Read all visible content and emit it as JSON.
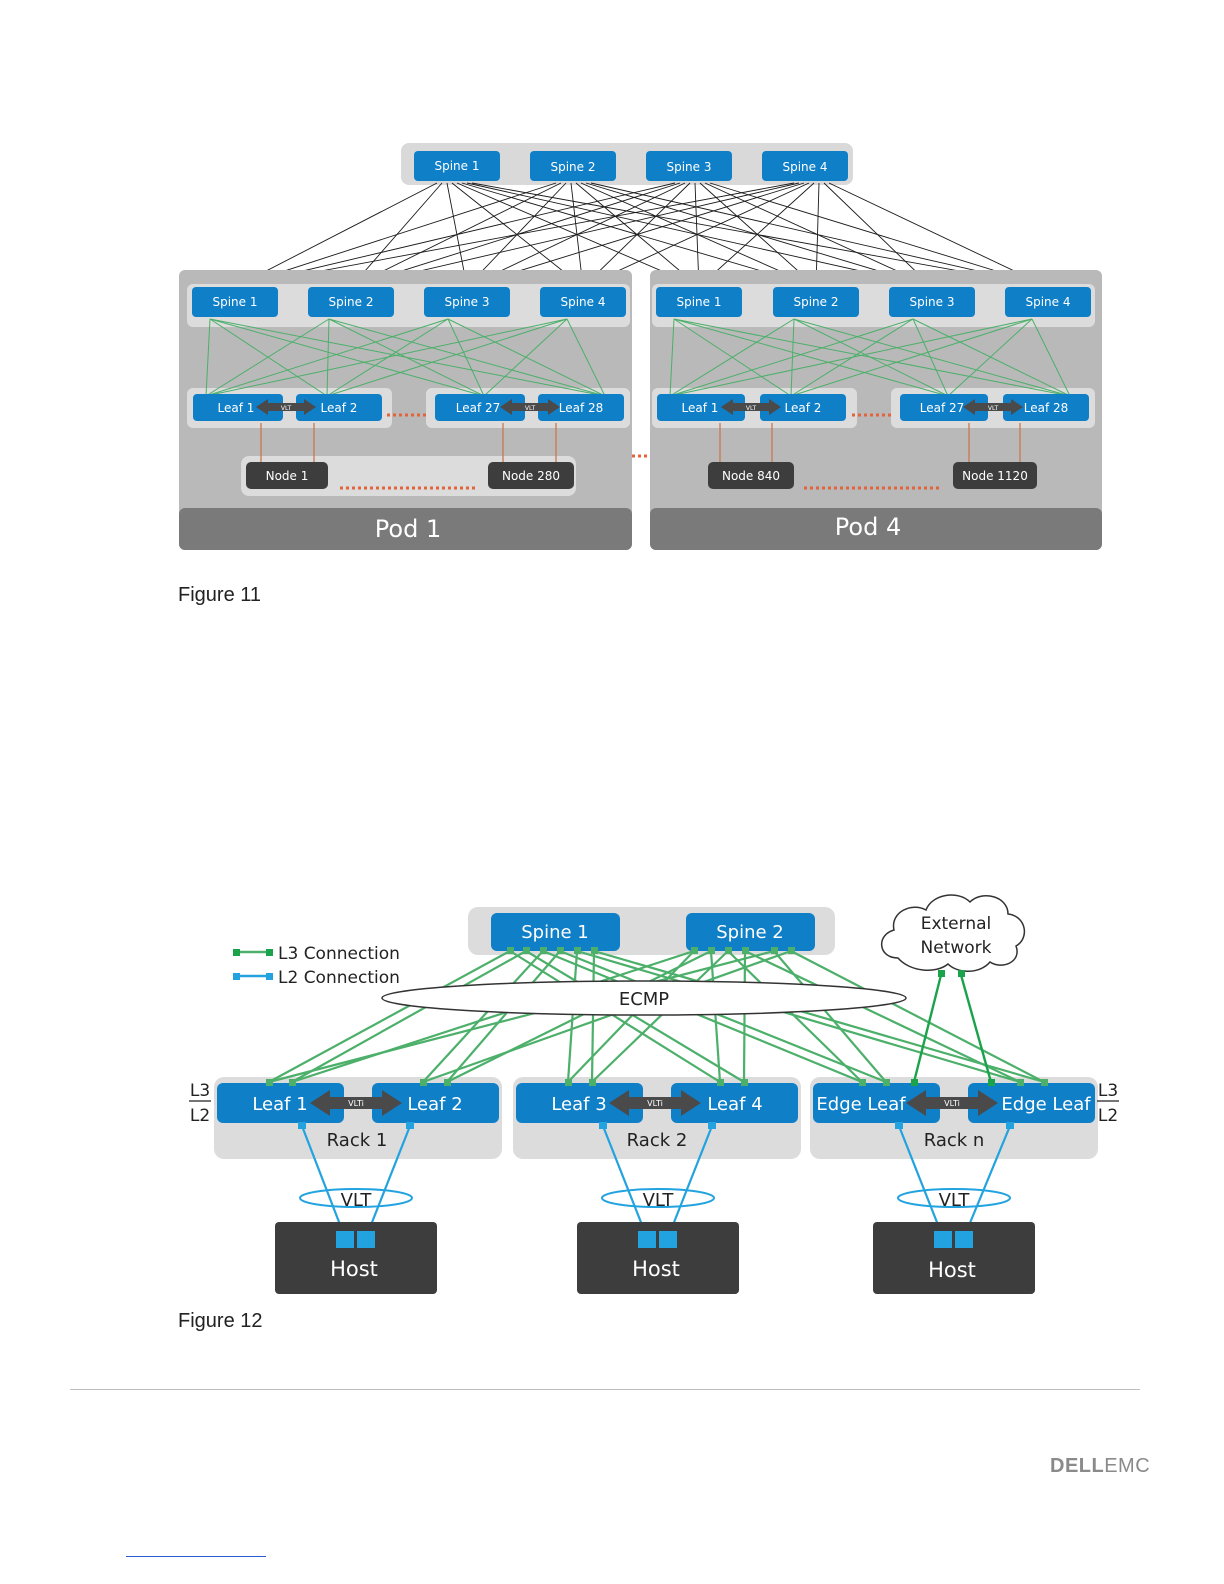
{
  "figure11": {
    "caption": "Figure 11",
    "top_spines": [
      "Spine 1",
      "Spine 2",
      "Spine 3",
      "Spine 4"
    ],
    "pods": [
      {
        "label": "Pod 1",
        "spines": [
          "Spine 1",
          "Spine 2",
          "Spine 3",
          "Spine 4"
        ],
        "leaves": [
          "Leaf 1",
          "Leaf 2",
          "Leaf 27",
          "Leaf 28"
        ],
        "vlt": "VLT",
        "nodes": [
          "Node 1",
          "Node 280"
        ]
      },
      {
        "label": "Pod 4",
        "spines": [
          "Spine 1",
          "Spine 2",
          "Spine 3",
          "Spine 4"
        ],
        "leaves": [
          "Leaf 1",
          "Leaf 2",
          "Leaf 27",
          "Leaf 28"
        ],
        "vlt": "VLT",
        "nodes": [
          "Node 840",
          "Node 1120"
        ]
      }
    ]
  },
  "figure12": {
    "caption": "Figure 12",
    "legend": {
      "l3": "L3 Connection",
      "l2": "L2 Connection"
    },
    "spines": [
      "Spine 1",
      "Spine 2"
    ],
    "external_network": [
      "External",
      "Network"
    ],
    "ecmp": "ECMP",
    "layer_marker": {
      "top": "L3",
      "bottom": "L2"
    },
    "racks": [
      {
        "label": "Rack 1",
        "leaves": [
          "Leaf 1",
          "Leaf 2"
        ],
        "vlti": "VLTi",
        "vlt": "VLT",
        "host": "Host"
      },
      {
        "label": "Rack 2",
        "leaves": [
          "Leaf 3",
          "Leaf 4"
        ],
        "vlti": "VLTi",
        "vlt": "VLT",
        "host": "Host"
      },
      {
        "label": "Rack n",
        "leaves": [
          "Edge Leaf",
          "Edge Leaf"
        ],
        "vlti": "VLTi",
        "vlt": "VLT",
        "host": "Host"
      }
    ]
  },
  "footer": {
    "logo_bold": "DELL",
    "logo_light": "EMC"
  },
  "colors": {
    "switch_blue": "#0f7fc8",
    "l3_green": "#4caf6a",
    "l2_blue": "#22a3e0",
    "node_dark": "#3d3d3d",
    "pod_gray": "#a9a9a9",
    "orange_dots": "#e2643a"
  }
}
